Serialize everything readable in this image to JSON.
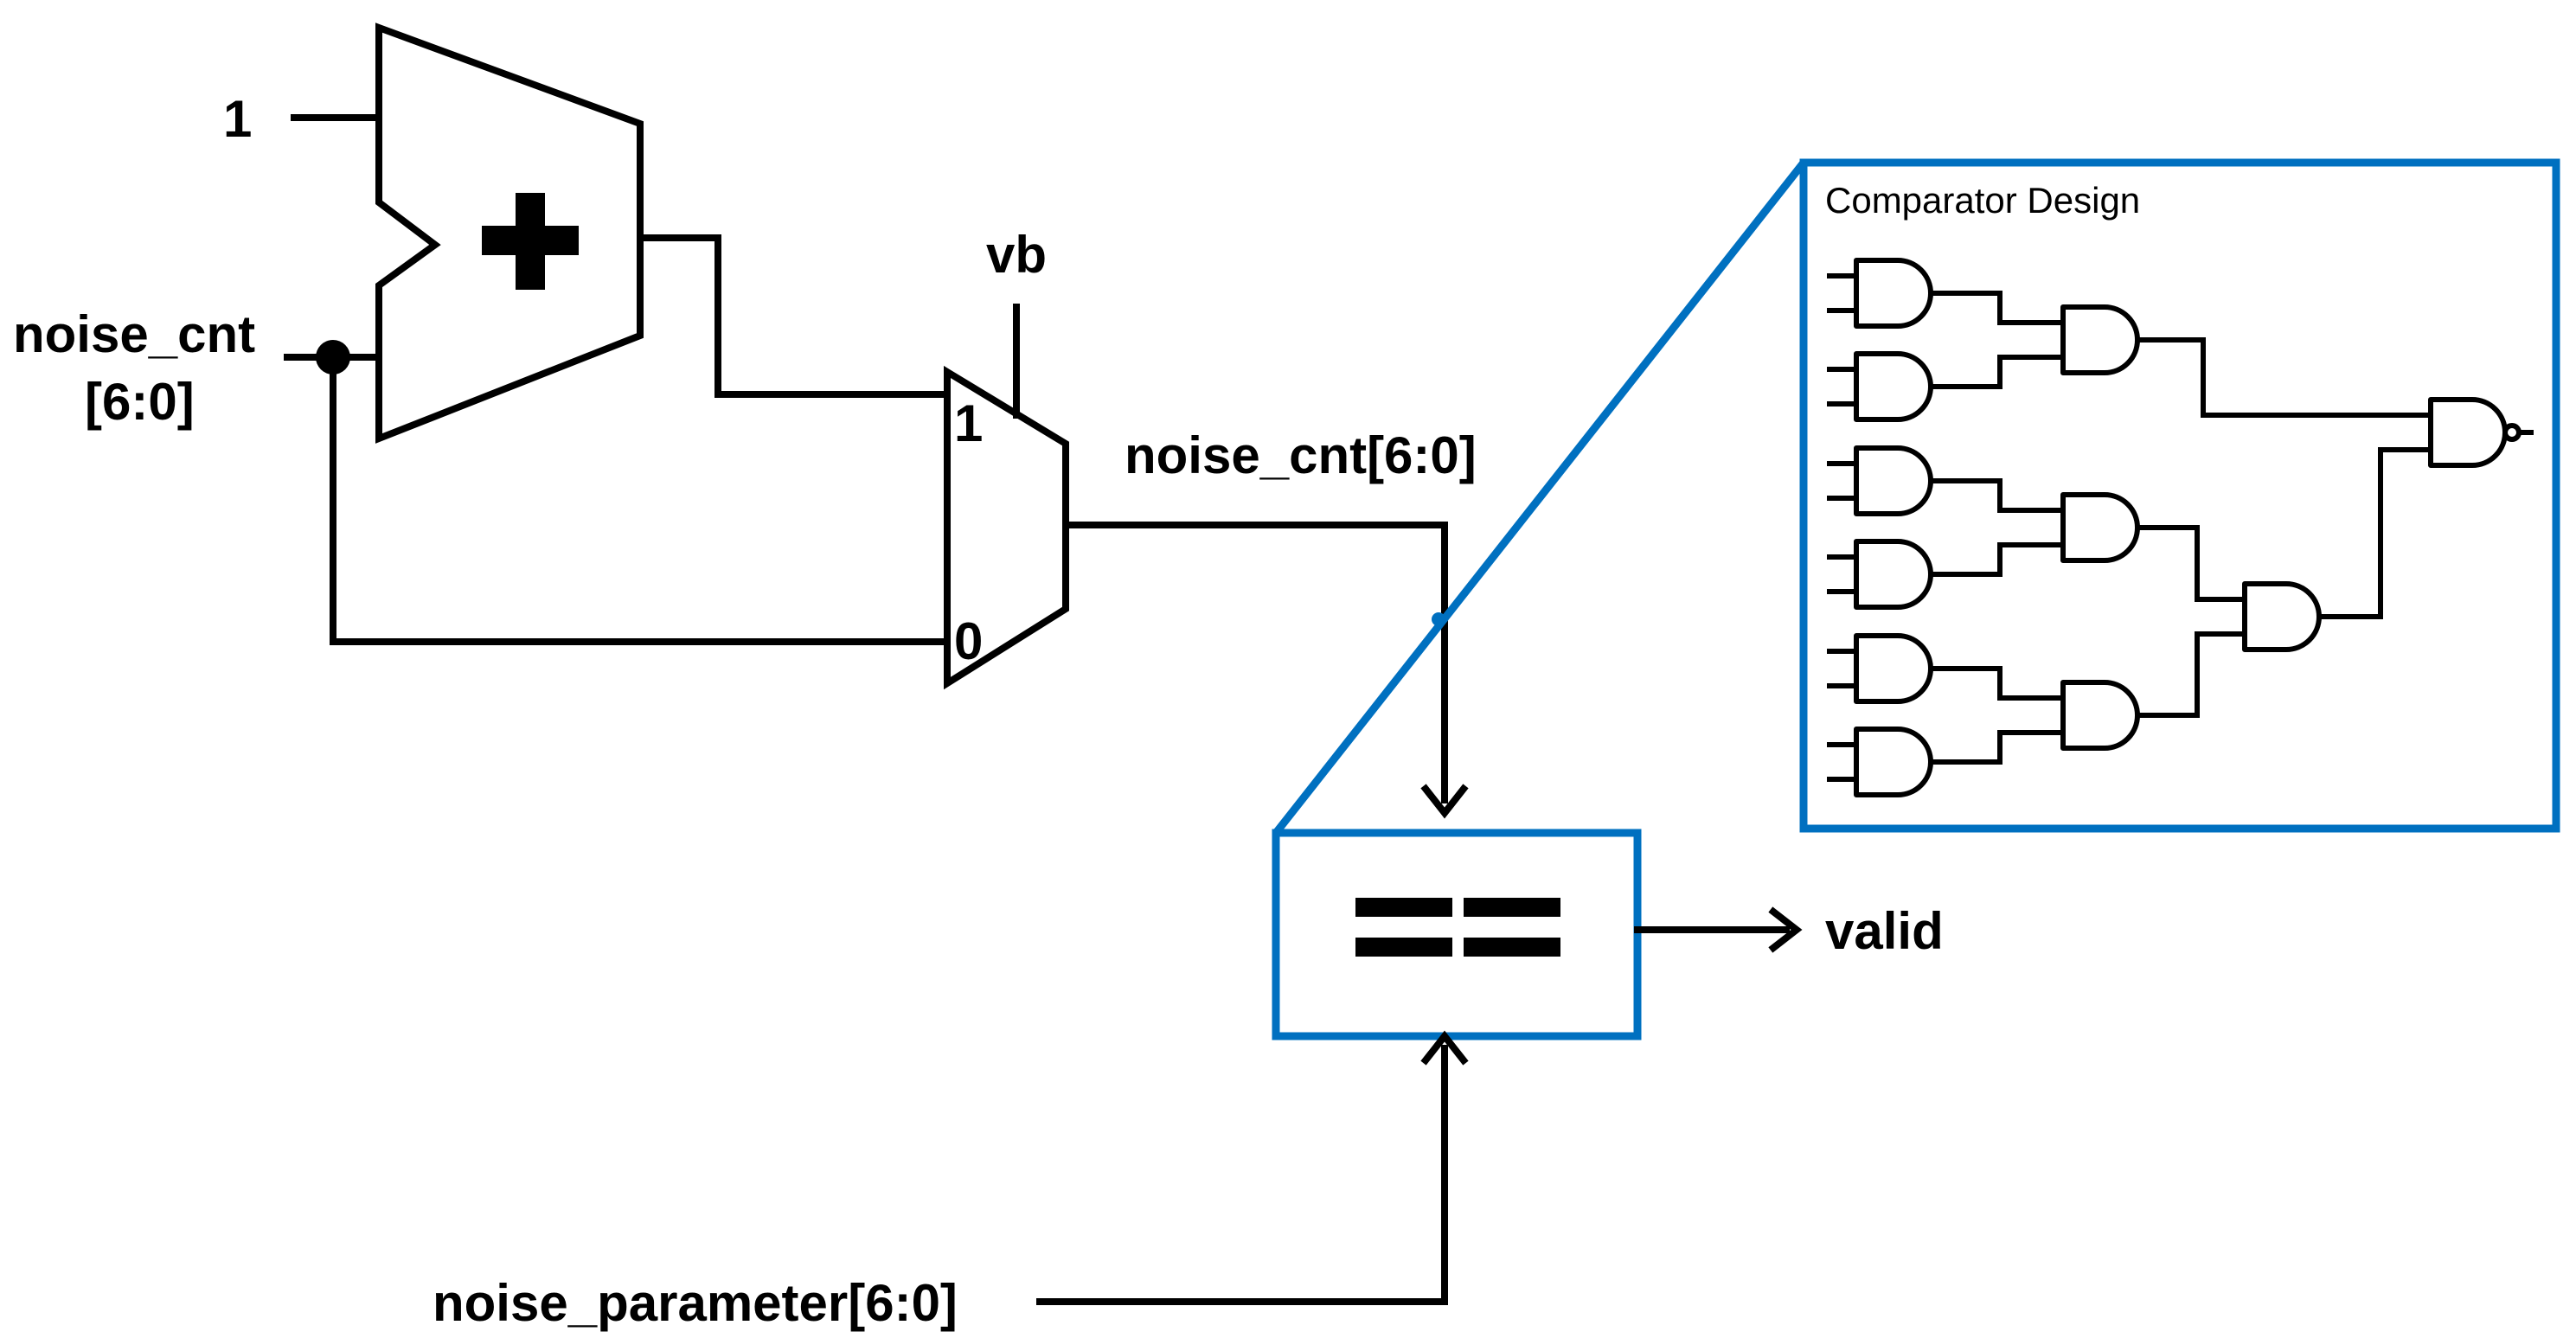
{
  "adder": {
    "input_const": "1",
    "symbol": "+"
  },
  "inputs": {
    "noise_cnt_line1": "noise_cnt",
    "noise_cnt_line2": "[6:0]",
    "noise_parameter": "noise_parameter[6:0]"
  },
  "mux": {
    "select": "vb",
    "input_1": "1",
    "input_0": "0"
  },
  "wires": {
    "mux_output": "noise_cnt[6:0]"
  },
  "comparator": {
    "symbol": "==",
    "output": "valid"
  },
  "zoom_box": {
    "title": "Comparator Design",
    "gate_type": "and-gate",
    "levels": [
      6,
      3,
      1,
      1
    ]
  },
  "colors": {
    "highlight": "#0070c0",
    "line": "#000000"
  }
}
